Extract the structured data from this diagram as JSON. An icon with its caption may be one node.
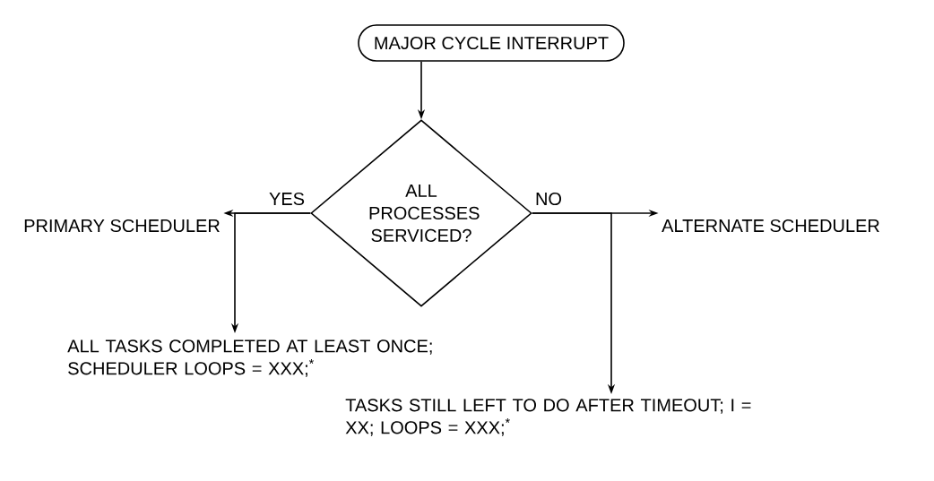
{
  "diagram": {
    "nodes": [
      {
        "text": [
          "MAJOR CYCLE INTERRUPT"
        ]
      },
      {
        "text": [
          "ALL PROCESSES SERVICED?"
        ]
      },
      {
        "text": [
          "PRIMARY SCHEDULER"
        ]
      },
      {
        "text": [
          "ALTERNATE SCHEDULER"
        ]
      },
      {
        "text": [
          "ALL TASKS COMPLETED AT LEAST ONCE; SCHEDULER LOOPS = XXX;$^{*}$"
        ]
      },
      {
        "text": [
          "TASKS STILL LEFT TO DO AFTER TIMEOUT; I = XX; LOOPS = XXX;$^{*}$"
        ]
      }
    ],
    "edges": [
      {
        "from": 0,
        "to": 1,
        "arrow": "to"
      },
      {
        "from": 1,
        "to": 2,
        "arrow": "to",
        "label": "YES"
      },
      {
        "from": 1,
        "to": 3,
        "arrow": "to",
        "label": "NO"
      },
      {
        "from": 1,
        "to": 4,
        "arrow": "to"
      },
      {
        "from": 1,
        "to": 5,
        "arrow": "to"
      }
    ]
  }
}
